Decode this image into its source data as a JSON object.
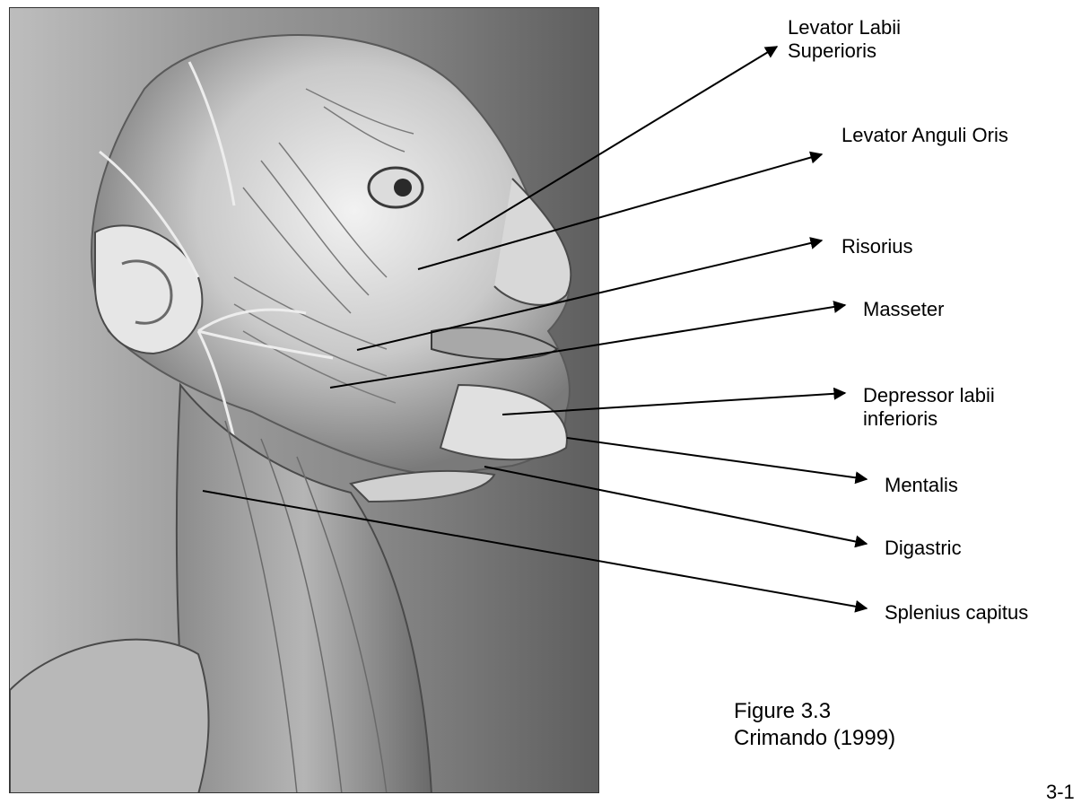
{
  "labels": [
    {
      "id": "levator-labii-superioris",
      "text": "Levator Labii\nSuperioris"
    },
    {
      "id": "levator-anguli-oris",
      "text": "Levator Anguli Oris"
    },
    {
      "id": "risorius",
      "text": "Risorius"
    },
    {
      "id": "masseter",
      "text": "Masseter"
    },
    {
      "id": "depressor-labii-inferioris",
      "text": "Depressor labii\ninferioris"
    },
    {
      "id": "mentalis",
      "text": "Mentalis"
    },
    {
      "id": "digastric",
      "text": "Digastric"
    },
    {
      "id": "splenius-capitus",
      "text": "Splenius capitus"
    }
  ],
  "caption": {
    "figure": "Figure 3.3",
    "source": "Crimando (1999)"
  },
  "page_number": "3-1",
  "colors": {
    "text": "#000000",
    "leader_line": "#000000",
    "photo_background": "#9a9a9a"
  }
}
